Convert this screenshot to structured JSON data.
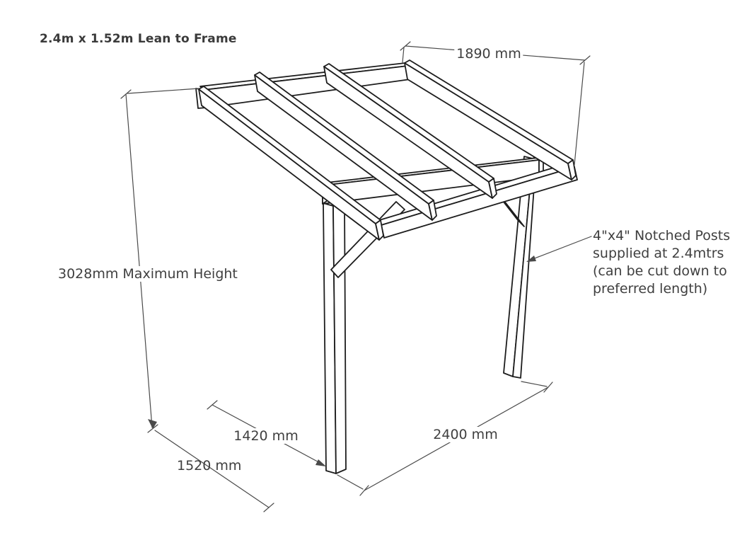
{
  "title": "2.4m x 1.52m Lean to Frame",
  "labels": {
    "rafter_length": "1890 mm",
    "max_height": "3028mm Maximum Height",
    "wall_to_post_depth": "1420 mm",
    "frame_depth": "1520 mm",
    "frame_width": "2400 mm"
  },
  "annotation": {
    "post_note": "4\"x4\" Notched Posts\nsupplied at 2.4mtrs\n(can be cut down to\npreferred length)"
  },
  "colors": {
    "structure_line": "#1d1d1d",
    "dimension_line": "#4a4a4a",
    "text": "#3f3f3f",
    "background": "#ffffff"
  }
}
